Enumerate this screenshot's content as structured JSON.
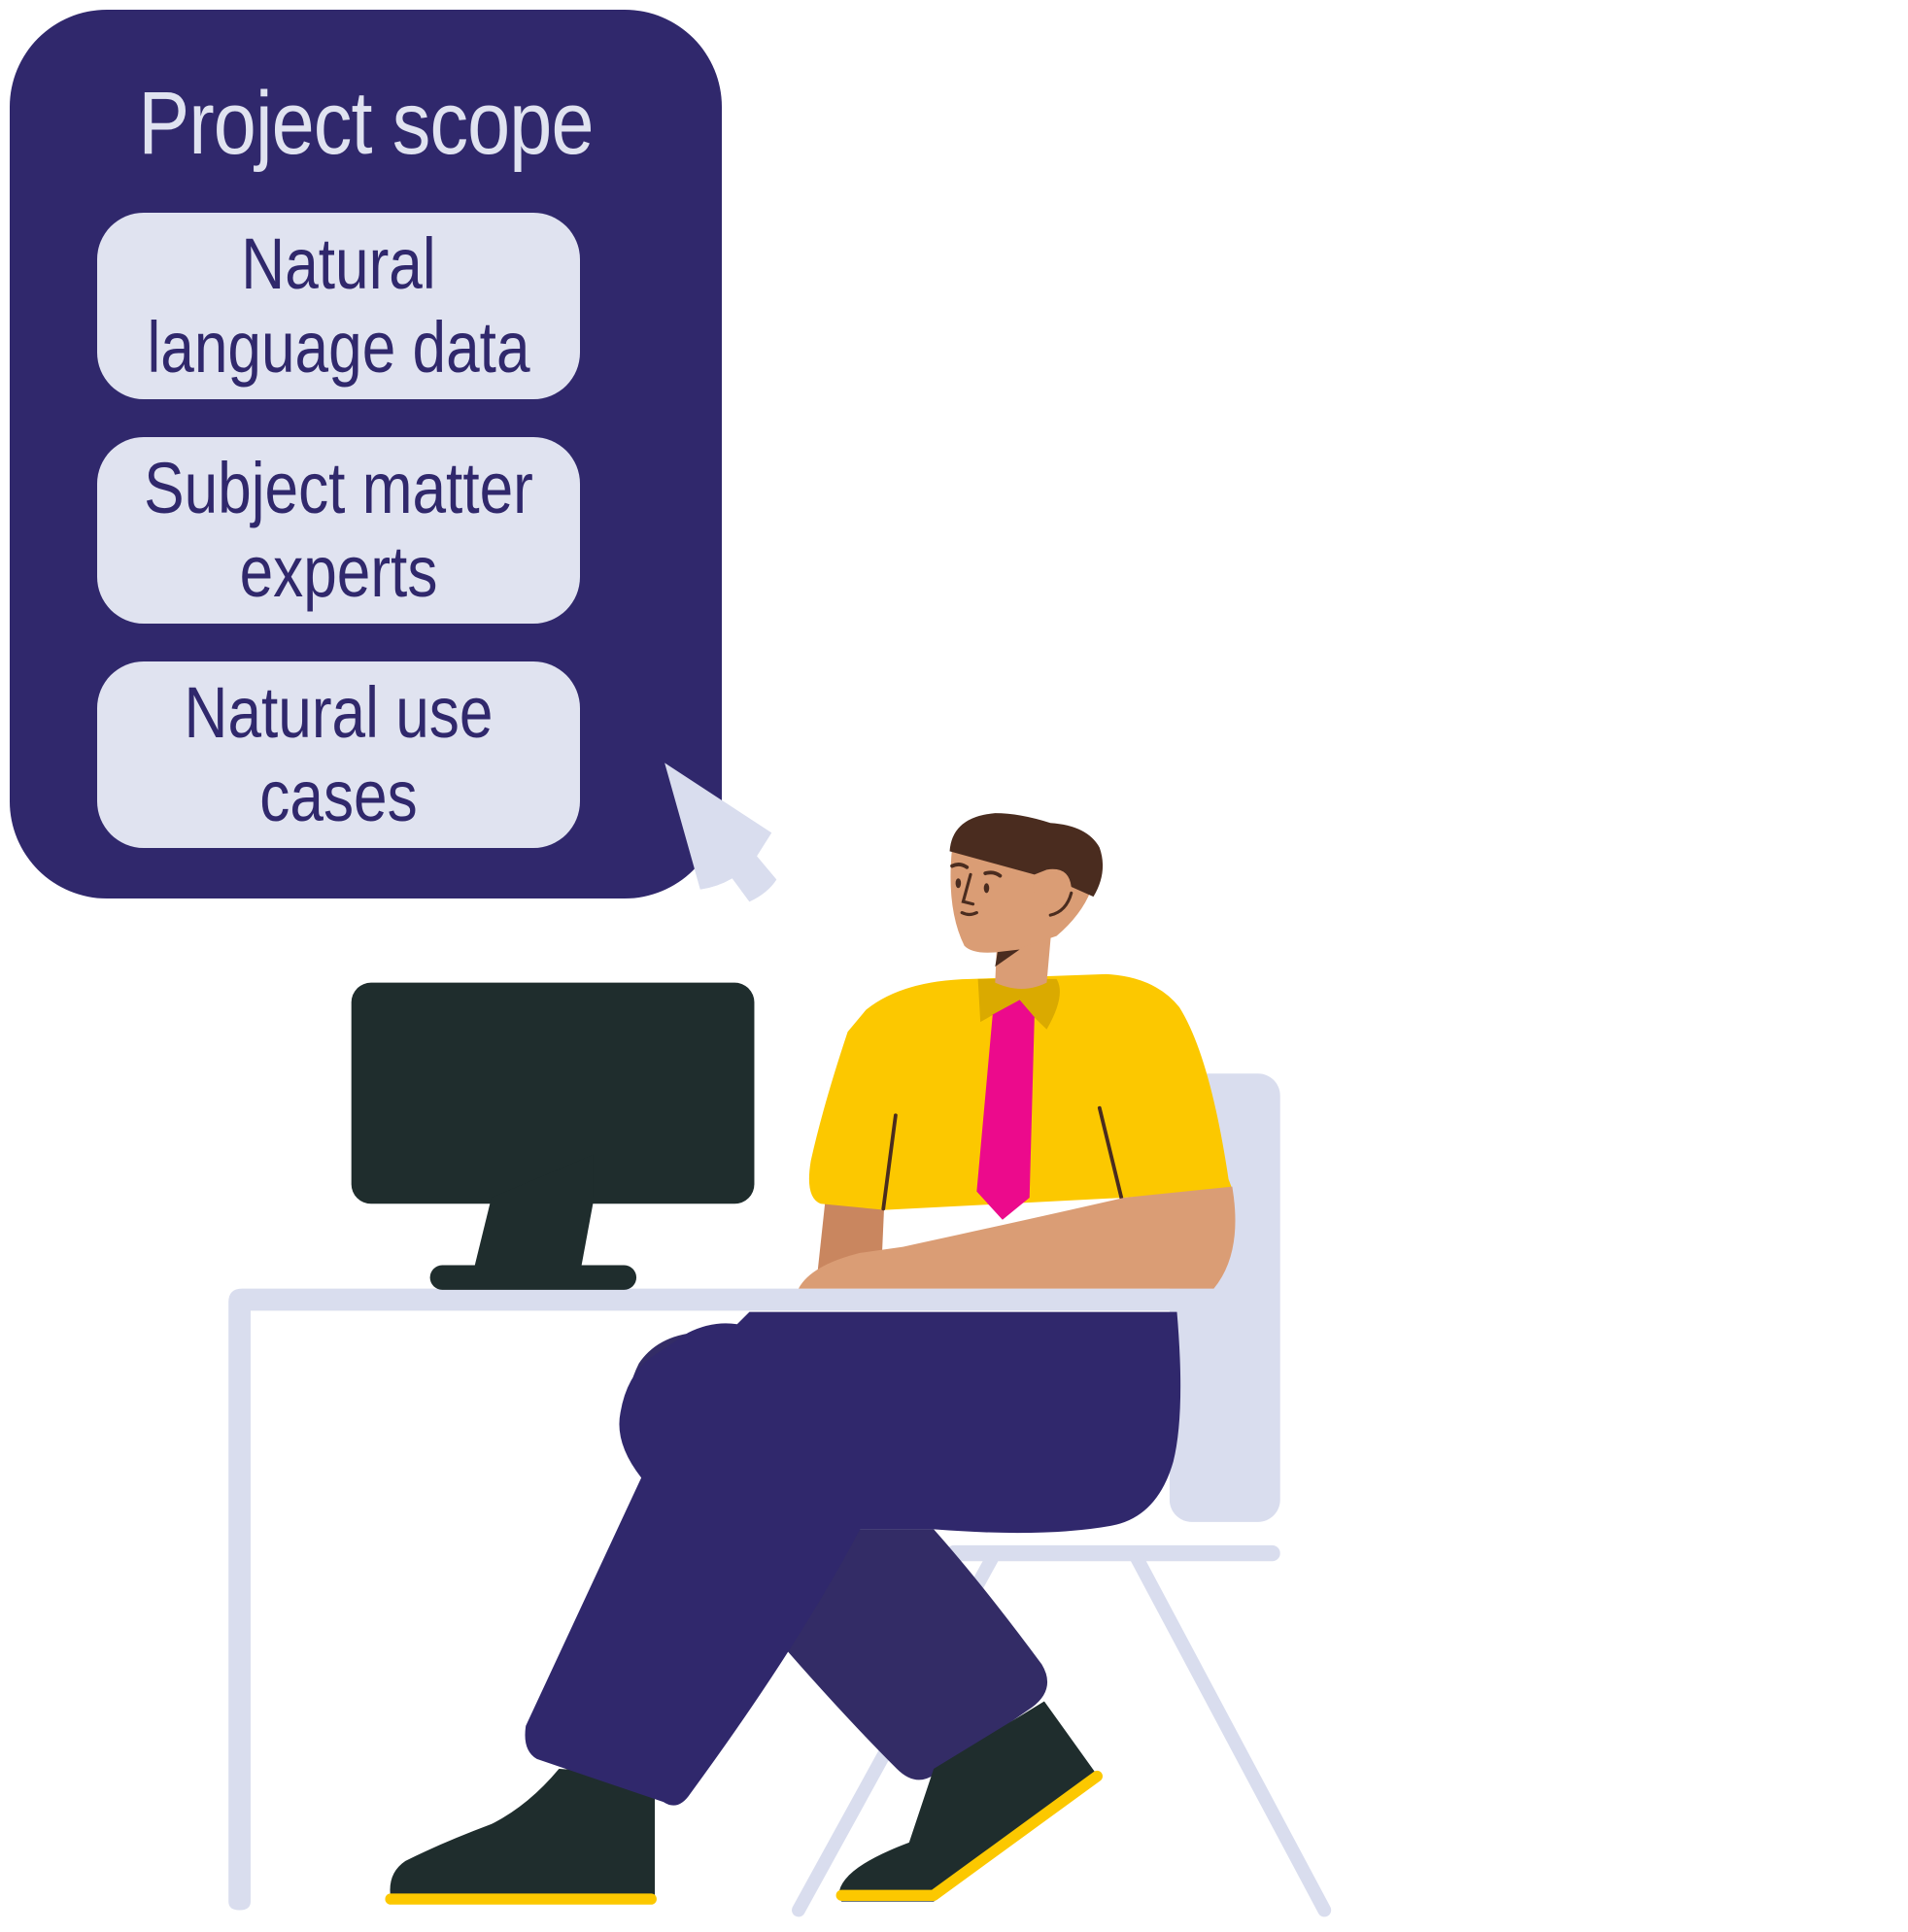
{
  "card": {
    "title": "Project scope",
    "items": [
      {
        "label": "Natural language data"
      },
      {
        "label": "Subject matter experts"
      },
      {
        "label": "Natural use cases"
      }
    ]
  },
  "illustration": {
    "subject": "person-sitting-at-desk-with-monitor",
    "elements": [
      "cursor-pointer",
      "monitor",
      "desk",
      "chair",
      "person"
    ]
  },
  "colors": {
    "card_bg": "#30286C",
    "card_text": "#E0E3F0",
    "item_bg": "#E0E3F0",
    "item_text": "#30286C",
    "furniture": "#D9DDEE",
    "monitor": "#1F2D2D",
    "shirt": "#FCC800",
    "collar": "#DAAA00",
    "tie": "#EC0A8C",
    "skin": "#DA9D75",
    "skin_shadow": "#C9865F",
    "hair": "#4A2C1F",
    "pants": "#30286C",
    "pants_back": "#332C66",
    "shoes": "#1F2D2D",
    "soles": "#FCC800"
  }
}
